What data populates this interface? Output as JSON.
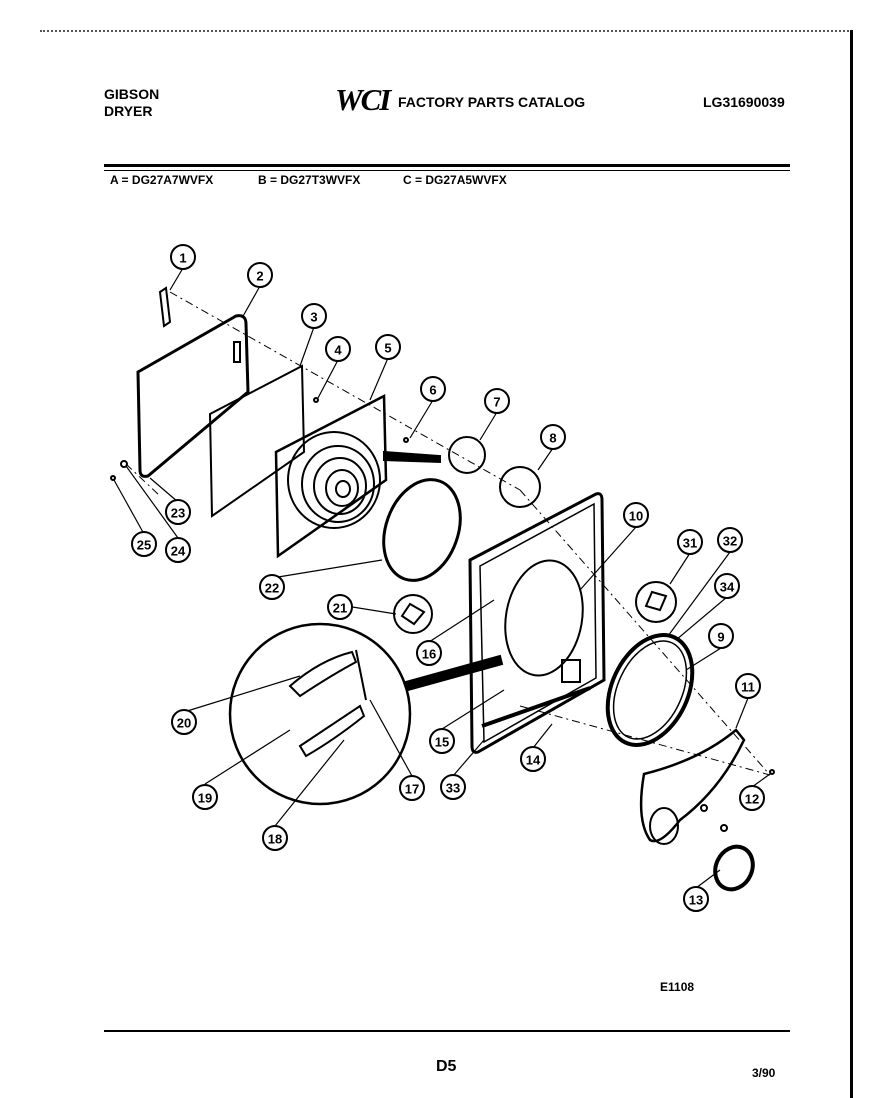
{
  "header": {
    "brand_line1": "GIBSON",
    "brand_line2": "DRYER",
    "logo_text": "WCI",
    "catalog_title": "FACTORY PARTS CATALOG",
    "document_id": "LG31690039"
  },
  "models": [
    {
      "label": "A = DG27A7WVFX"
    },
    {
      "label": "B = DG27T3WVFX"
    },
    {
      "label": "C = DG27A5WVFX"
    }
  ],
  "callouts": [
    "1",
    "2",
    "3",
    "4",
    "5",
    "6",
    "7",
    "8",
    "10",
    "31",
    "32",
    "34",
    "9",
    "11",
    "12",
    "13",
    "14",
    "33",
    "15",
    "16",
    "17",
    "18",
    "19",
    "20",
    "21",
    "22",
    "23",
    "24",
    "25"
  ],
  "drawing_code": "E1108",
  "footer": {
    "page_number": "D5",
    "date": "3/90"
  }
}
